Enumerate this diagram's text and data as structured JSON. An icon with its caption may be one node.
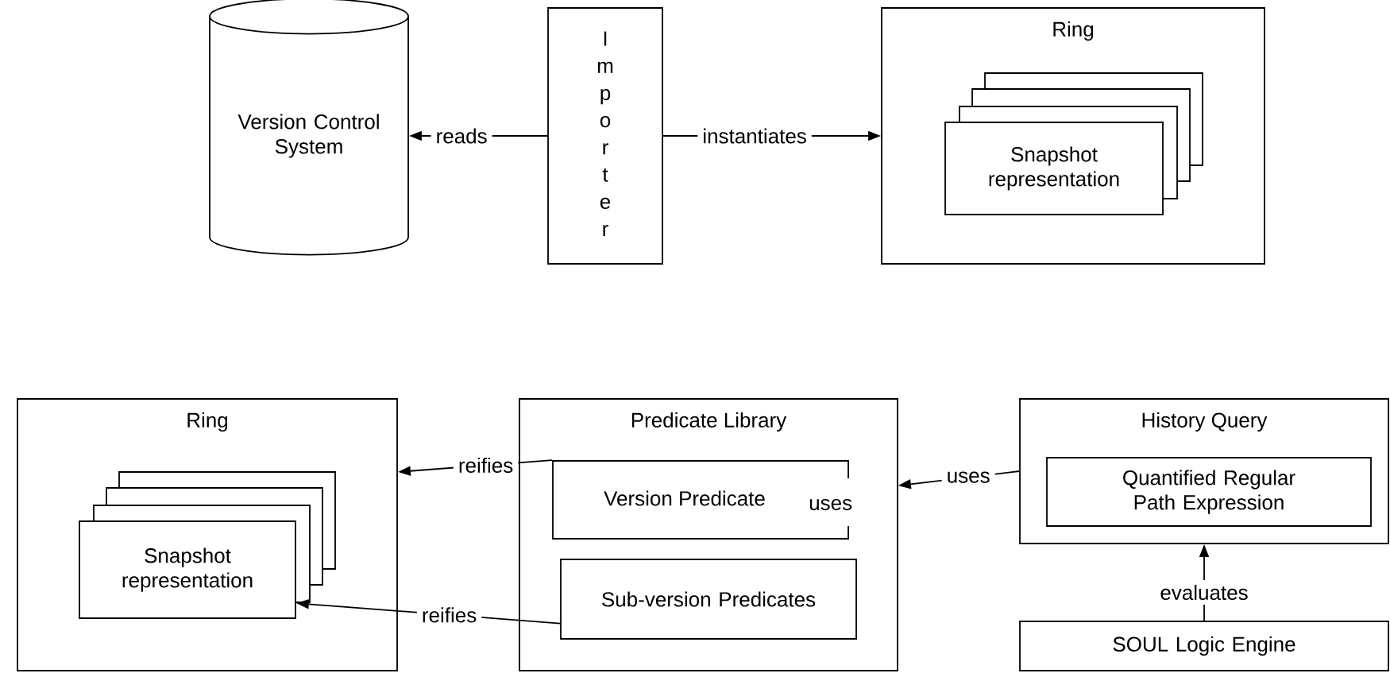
{
  "diagram": {
    "nodes": [
      {
        "text": [
          "Version Control System"
        ]
      },
      {
        "text": [
          "Importer"
        ]
      },
      {
        "text": [
          "Ring"
        ]
      },
      {
        "text": [
          "Snapshot representation"
        ],
        "in": 2
      },
      {
        "text": [
          "Ring"
        ]
      },
      {
        "text": [
          "Snapshot representation"
        ],
        "in": 4
      },
      {
        "text": [
          "Predicate Library"
        ]
      },
      {
        "text": [
          "Version Predicate",
          "uses"
        ],
        "in": 6
      },
      {
        "text": [
          "Sub-version Predicates"
        ],
        "in": 6
      },
      {
        "text": [
          "History Query"
        ]
      },
      {
        "text": [
          "Quantified Regular Path Expression"
        ],
        "in": 9
      },
      {
        "text": [
          "SOUL  Logic Engine"
        ]
      }
    ],
    "edges": [
      {
        "from": 1,
        "to": 0,
        "arrow": "to",
        "label": "reads"
      },
      {
        "from": 1,
        "to": 2,
        "arrow": "to",
        "label": "instantiates"
      },
      {
        "from": 7,
        "to": 4,
        "arrow": "to",
        "label": "reifies"
      },
      {
        "from": 8,
        "to": 5,
        "arrow": "to",
        "label": "reifies"
      },
      {
        "from": 9,
        "to": 6,
        "arrow": "to",
        "label": "uses"
      },
      {
        "from": 11,
        "to": 9,
        "arrow": "to",
        "label": "evaluates"
      }
    ]
  }
}
